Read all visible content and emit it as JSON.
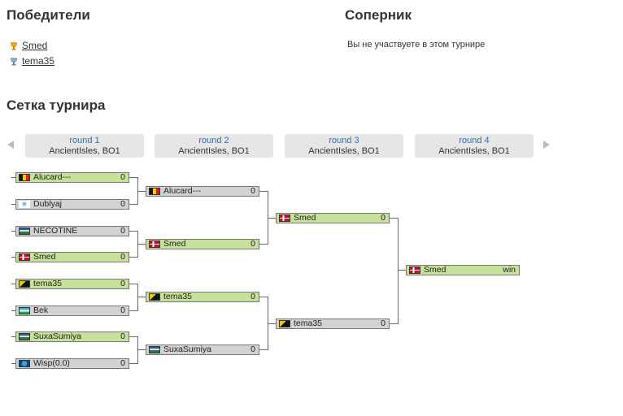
{
  "winners": {
    "title": "Победители",
    "items": [
      {
        "name": "Smed",
        "trophy": "gold-cup-icon"
      },
      {
        "name": "tema35",
        "trophy": "silver-cup-icon"
      }
    ]
  },
  "opponent": {
    "title": "Соперник",
    "note": "Вы не участвуете в этом турнире"
  },
  "bracket": {
    "title": "Сетка турнира",
    "rounds": [
      {
        "name": "round 1",
        "map": "AncientIsles, BO1"
      },
      {
        "name": "round 2",
        "map": "AncientIsles, BO1"
      },
      {
        "name": "round 3",
        "map": "AncientIsles, BO1"
      },
      {
        "name": "round 4",
        "map": "AncientIsles, BO1"
      }
    ],
    "r1": [
      {
        "name": "Alucard---",
        "score": "0",
        "flag": "belgium",
        "state": "green"
      },
      {
        "name": "Dublyaj",
        "score": "0",
        "flag": "snowflake",
        "state": "gray"
      },
      {
        "name": "NECOTINE",
        "score": "0",
        "flag": "stripe",
        "state": "gray"
      },
      {
        "name": "Smed",
        "score": "0",
        "flag": "denmark",
        "state": "green"
      },
      {
        "name": "tema35",
        "score": "0",
        "flag": "black-yellow",
        "state": "green"
      },
      {
        "name": "Bek",
        "score": "0",
        "flag": "uzbekistan",
        "state": "gray"
      },
      {
        "name": "SuxaSumiya",
        "score": "0",
        "flag": "stripe",
        "state": "green"
      },
      {
        "name": "Wisp(0.0)",
        "score": "0",
        "flag": "globe",
        "state": "gray"
      }
    ],
    "r2": [
      {
        "name": "Alucard---",
        "score": "0",
        "flag": "belgium",
        "state": "gray"
      },
      {
        "name": "Smed",
        "score": "0",
        "flag": "denmark",
        "state": "green"
      },
      {
        "name": "tema35",
        "score": "0",
        "flag": "black-yellow",
        "state": "green"
      },
      {
        "name": "SuxaSumiya",
        "score": "0",
        "flag": "stripe",
        "state": "gray"
      }
    ],
    "r3": [
      {
        "name": "Smed",
        "score": "0",
        "flag": "denmark",
        "state": "green"
      },
      {
        "name": "tema35",
        "score": "0",
        "flag": "black-yellow",
        "state": "gray"
      }
    ],
    "r4": [
      {
        "name": "Smed",
        "score": "win",
        "flag": "denmark",
        "state": "green"
      }
    ]
  },
  "colors": {
    "win_row": "#c6e19a",
    "lose_row": "#d2d2d2",
    "round_link": "#3a6ea5"
  }
}
